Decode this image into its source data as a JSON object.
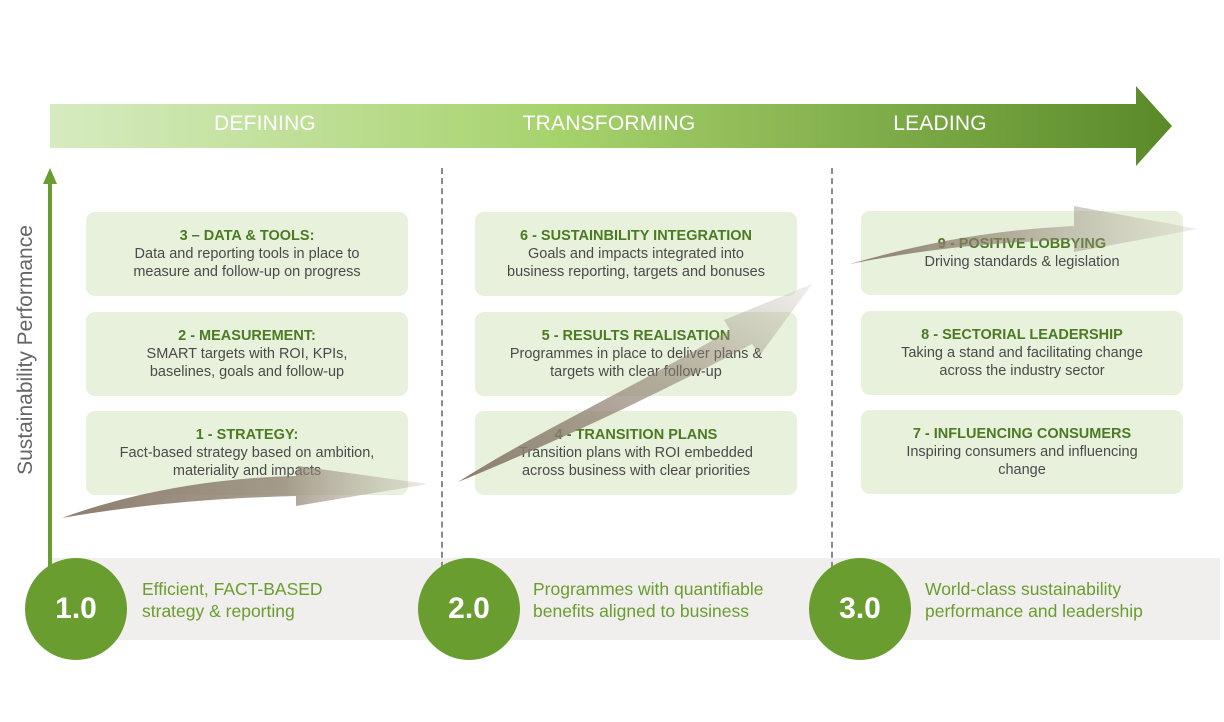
{
  "phases": [
    "DEFINING",
    "TRANSFORMING",
    "LEADING"
  ],
  "y_axis_label": "Sustainability Performance",
  "levels": [
    {
      "number": "1.0",
      "line1": "Efficient, FACT-BASED",
      "line2": "strategy & reporting"
    },
    {
      "number": "2.0",
      "line1": "Programmes with quantifiable",
      "line2": "benefits aligned to business"
    },
    {
      "number": "3.0",
      "line1": "World-class sustainability",
      "line2": "performance and leadership"
    }
  ],
  "steps": [
    {
      "title": "3 – DATA & TOOLS:",
      "line1": "Data and reporting tools in place to",
      "line2": "measure and follow-up on progress"
    },
    {
      "title": "2 - MEASUREMENT:",
      "line1": "SMART targets with ROI, KPIs,",
      "line2": "baselines, goals and follow-up"
    },
    {
      "title": "1 - STRATEGY:",
      "line1": "Fact-based strategy based on ambition,",
      "line2": "materiality and impacts"
    },
    {
      "title": "6 - SUSTAINBILITY INTEGRATION",
      "line1": "Goals and impacts integrated into",
      "line2": "business reporting, targets and bonuses"
    },
    {
      "title": "5 - RESULTS REALISATION",
      "line1": "Programmes in place to deliver plans &",
      "line2": "targets with clear follow-up"
    },
    {
      "title": "4 - TRANSITION PLANS",
      "line1": "Transition plans with ROI embedded",
      "line2": "across business with clear priorities"
    },
    {
      "title": "9 - POSITIVE LOBBYING",
      "line1": "Driving standards & legislation",
      "line2": ""
    },
    {
      "title": "8 - SECTORIAL LEADERSHIP",
      "line1": "Taking a stand and facilitating change",
      "line2": "across the industry sector"
    },
    {
      "title": "7 - INFLUENCING CONSUMERS",
      "line1": "Inspiring consumers and influencing",
      "line2": "change"
    }
  ],
  "colors": {
    "dark_green": "#6a9d2f",
    "title_green": "#4b7a23",
    "box_fill": "#e8f1dc",
    "band_gray": "#f0efed",
    "swoosh": "#8c7d6d"
  }
}
